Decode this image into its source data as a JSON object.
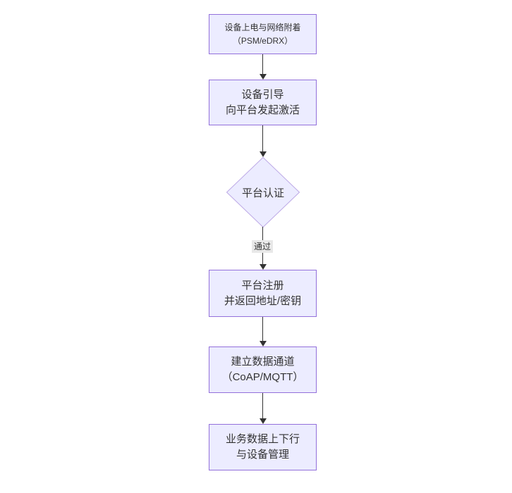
{
  "flowchart": {
    "nodes": {
      "power": {
        "line1": "设备上电与网络附着",
        "line2": "（PSM/eDRX）"
      },
      "boot": {
        "line1": "设备引导",
        "line2": "向平台发起激活"
      },
      "auth": {
        "label": "平台认证"
      },
      "register": {
        "line1": "平台注册",
        "line2": "并返回地址/密钥"
      },
      "channel": {
        "line1": "建立数据通道",
        "line2": "（CoAP/MQTT）"
      },
      "service": {
        "line1": "业务数据上下行",
        "line2": "与设备管理"
      }
    },
    "edge_labels": {
      "auth_pass": "通过"
    },
    "colors": {
      "background": "#ffffff",
      "node_fill": "#ececff",
      "node_border": "#9370db",
      "diamond_border": "#bda9e6",
      "edge_line": "#333333",
      "edge_label_bg": "#e8e8e8",
      "text": "#333333"
    }
  }
}
